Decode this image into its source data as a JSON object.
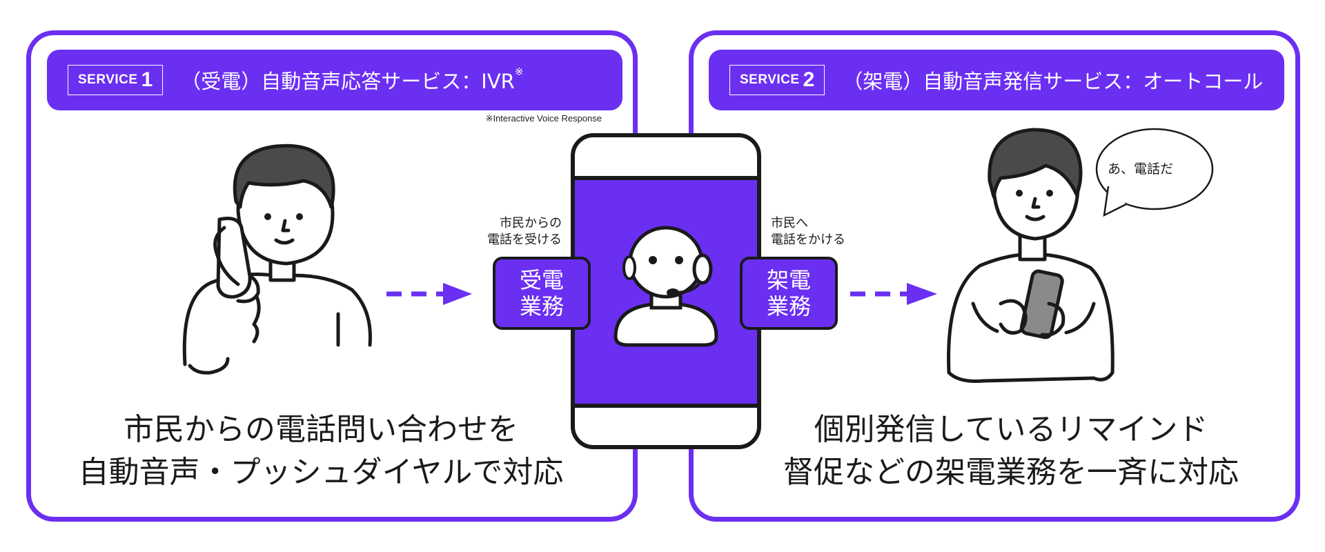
{
  "colors": {
    "accent": "#6b2ff2",
    "ink": "#1a1a1a",
    "phone_gray": "#8a8a8a",
    "hair": "#4a4a4a"
  },
  "service1": {
    "badge_word": "SERVICE",
    "badge_num": "1",
    "title": "（受電）自動音声応答サービス：IVR",
    "title_mark": "※",
    "footnote": "※Interactive Voice Response",
    "caption_line1": "市民からの電話問い合わせを",
    "caption_line2": "自動音声・プッシュダイヤルで対応"
  },
  "service2": {
    "badge_word": "SERVICE",
    "badge_num": "2",
    "title": "（架電）自動音声発信サービス：オートコール",
    "caption_line1": "個別発信しているリマインド",
    "caption_line2": "督促などの架電業務を一斉に対応"
  },
  "center": {
    "incoming_label_line1": "市民からの",
    "incoming_label_line2": "電話を受ける",
    "incoming_task_line1": "受電",
    "incoming_task_line2": "業務",
    "outgoing_label_line1": "市民へ",
    "outgoing_label_line2": "電話をかける",
    "outgoing_task_line1": "架電",
    "outgoing_task_line2": "業務"
  },
  "speech_bubble": {
    "text": "あ、電話だ"
  },
  "icons": [
    "person-on-phone-icon",
    "smartphone-icon",
    "robot-operator-icon",
    "person-with-smartphone-icon",
    "speech-bubble-icon",
    "dashed-arrow-icon"
  ]
}
